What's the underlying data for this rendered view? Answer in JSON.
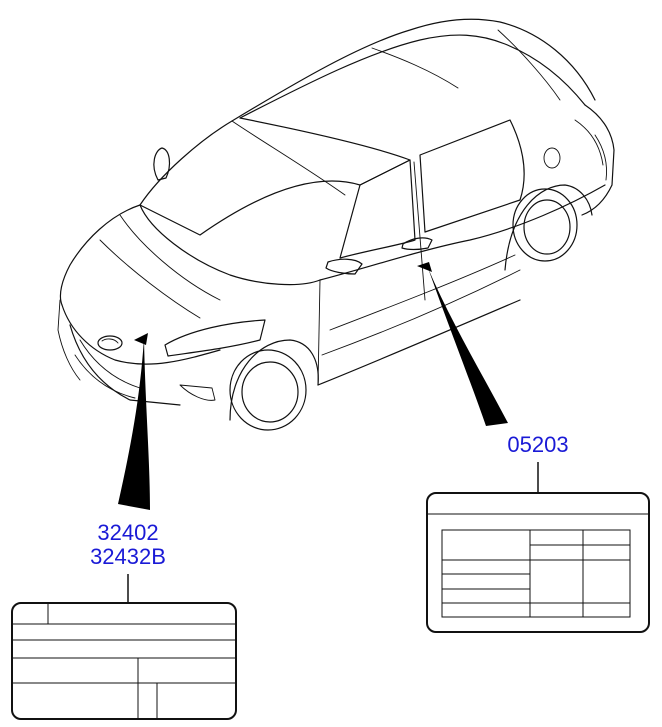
{
  "diagram": {
    "callouts": [
      {
        "id": "front",
        "part_numbers": [
          "32402",
          "32432B"
        ]
      },
      {
        "id": "door",
        "part_numbers": [
          "05203"
        ]
      }
    ]
  }
}
